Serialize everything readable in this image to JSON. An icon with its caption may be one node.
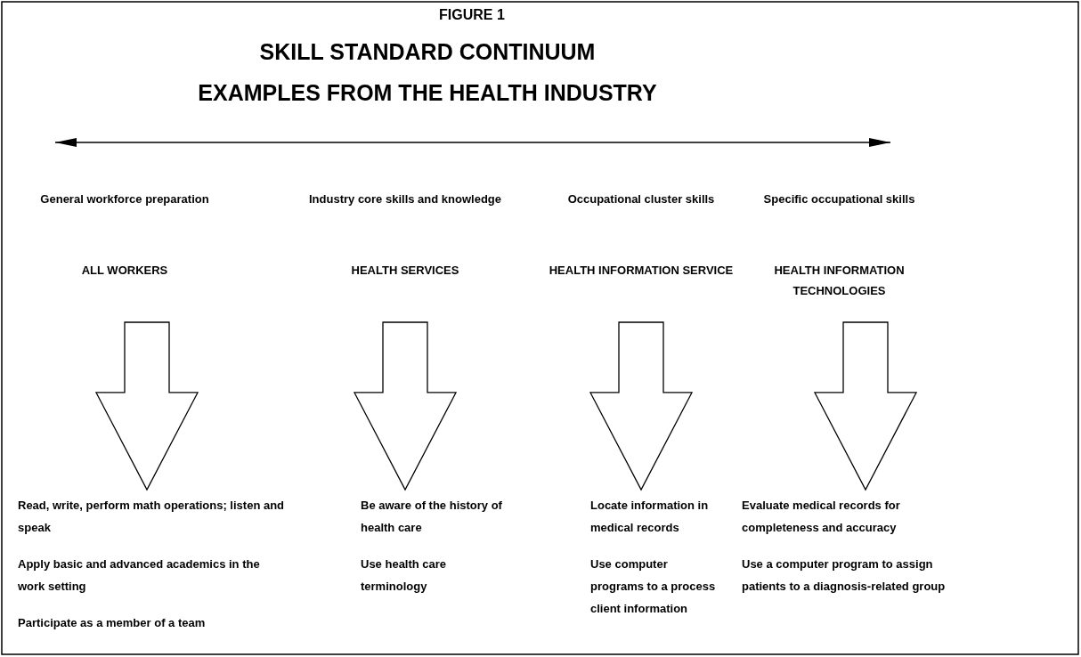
{
  "diagram": {
    "title": "FIGURE 1",
    "nodes": [
      {
        "text": [
          "General workforce preparation",
          "ALL WORKERS"
        ]
      },
      {
        "text": [
          "Industry core skills and knowledge",
          "HEALTH SERVICES"
        ]
      },
      {
        "text": [
          "Occupational cluster skills",
          "HEALTH INFORMATION SERVICE"
        ]
      },
      {
        "text": [
          "Specific occupational skills",
          "HEALTH INFORMATION TECHNOLOGIES"
        ]
      },
      {
        "text": [
          "Read, write, perform math operations; listen and speak",
          "Apply basic and advanced academics in the work setting",
          "Participate as a member of a team"
        ]
      },
      {
        "text": [
          "Be aware of the history of health care",
          "Use health care terminology"
        ]
      },
      {
        "text": [
          "Locate information in medical records",
          "Use computer programs to a process client information"
        ]
      },
      {
        "text": [
          "Evaluate medical records for completeness and accuracy",
          "Use a computer program to assign patients to a diagnosis-related group"
        ]
      }
    ],
    "edges": [
      {
        "from": 0,
        "to": 4,
        "arrow": "to",
        "style": "thick"
      },
      {
        "from": 1,
        "to": 5,
        "arrow": "to",
        "style": "thick"
      },
      {
        "from": 2,
        "to": 6,
        "arrow": "to",
        "style": "thick"
      },
      {
        "from": 3,
        "to": 7,
        "arrow": "to",
        "style": "thick"
      }
    ],
    "labels": [
      "SKILL STANDARD CONTINUUM",
      "EXAMPLES FROM THE HEALTH INDUSTRY"
    ]
  }
}
